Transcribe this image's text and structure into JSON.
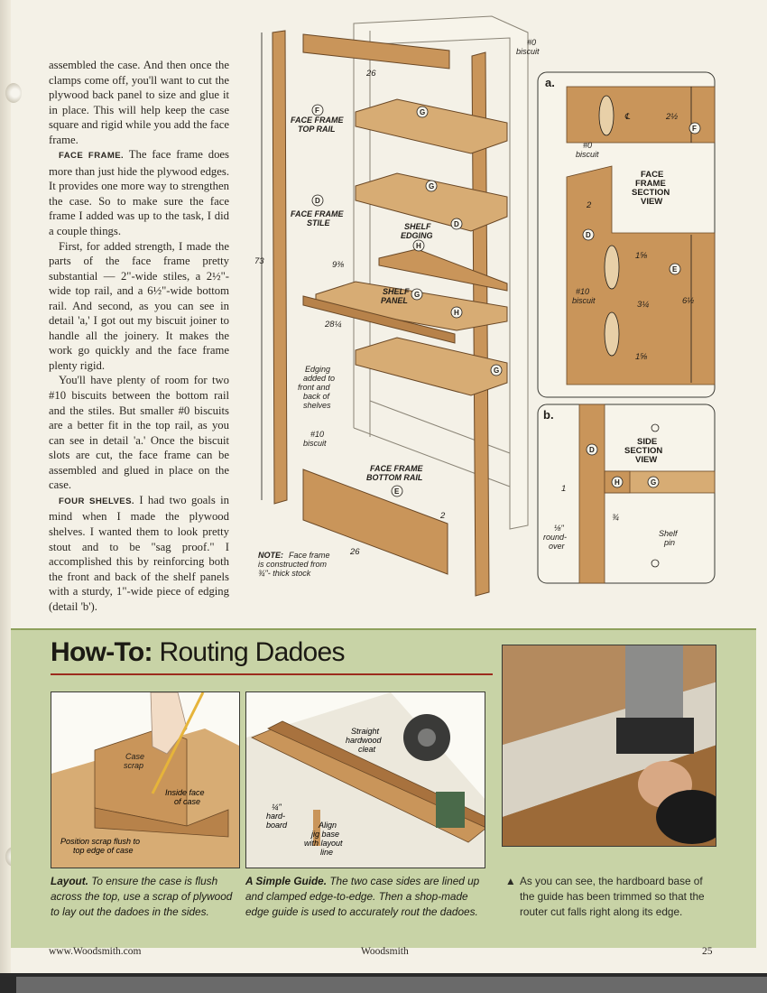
{
  "article": {
    "paragraphs": [
      "assembled the case. And then once the clamps come off, you'll want to cut the plywood back panel to size and glue it in place. This will help keep the case square and rigid while you add the face frame."
    ],
    "face_frame_head": "FACE FRAME.",
    "face_frame_text": "The face frame does more than just hide the plywood edges. It provides one more way to strengthen the case. So to make sure the face frame I added was up to the task, I did a couple things.",
    "para_first": "First, for added strength, I made the parts of the face frame pretty substantial — 2\"-wide stiles, a 2½\"-wide top rail, and a 6½\"-wide bottom rail. And second, as you can see in detail 'a,' I got out my biscuit joiner to handle all the joinery. It makes the work go quickly and the face frame plenty rigid.",
    "para_room": "You'll have plenty of room for two #10 biscuits between the bottom rail and the stiles. But smaller #0 biscuits are a better fit in the top rail, as you can see in detail 'a.' Once the biscuit slots are cut, the face frame can be assembled and glued in place on the case.",
    "four_shelves_head": "FOUR SHELVES.",
    "four_shelves_text": "I had two goals in mind when I made the plywood shelves. I wanted them to look pretty stout and to be \"sag proof.\" I accomplished this by reinforcing both the front and back of the shelf panels with a sturdy, 1\"-wide piece of edging (detail 'b')."
  },
  "drawing": {
    "labels": {
      "biscuit0_a": "#0",
      "biscuit0_b": "biscuit",
      "dim_26_top": "26",
      "face_top_1": "FACE FRAME",
      "face_top_2": "TOP RAIL",
      "face_stile_1": "FACE FRAME",
      "face_stile_2": "STILE",
      "shelf_edging_1": "SHELF",
      "shelf_edging_2": "EDGING",
      "dim_73": "73",
      "dim_938": "9⅜",
      "shelf_panel_1": "SHELF",
      "shelf_panel_2": "PANEL",
      "dim_2814": "28¼",
      "edging_1": "Edging",
      "edging_2": "added to",
      "edging_3": "front and",
      "edging_4": "back of",
      "edging_5": "shelves",
      "biscuit10_a": "#10",
      "biscuit10_b": "biscuit",
      "bottom_1": "FACE FRAME",
      "bottom_2": "BOTTOM RAIL",
      "dim_2": "2",
      "dim_26_bot": "26",
      "note_head": "NOTE:",
      "note_1": "Face frame",
      "note_2": "is constructed from",
      "note_3": "¾\"- thick stock"
    },
    "circles": {
      "F": "F",
      "D": "D",
      "G": "G",
      "H": "H",
      "E": "E"
    },
    "detail_a": {
      "letter": "a.",
      "cl": "℄",
      "dim_212": "2½",
      "biscuit0_a": "#0",
      "biscuit0_b": "biscuit",
      "section_1": "FACE",
      "section_2": "FRAME",
      "section_3": "SECTION",
      "section_4": "VIEW",
      "dim_2": "2",
      "dim_158a": "1⅝",
      "biscuit10_a": "#10",
      "biscuit10_b": "biscuit",
      "dim_314": "3¼",
      "dim_612": "6½",
      "dim_158b": "1⅝"
    },
    "detail_b": {
      "letter": "b.",
      "section_1": "SIDE",
      "section_2": "SECTION",
      "section_3": "VIEW",
      "dim_1": "1",
      "dim_34": "¾",
      "round_1": "⅛\"",
      "round_2": "round-",
      "round_3": "over",
      "pin_1": "Shelf",
      "pin_2": "pin"
    }
  },
  "howto": {
    "title_bold": "How-To:",
    "title_rest": "Routing Dadoes",
    "panel1": {
      "label_case_1": "Case",
      "label_case_2": "scrap",
      "label_inside_1": "Inside face",
      "label_inside_2": "of case",
      "label_position_1": "Position scrap flush to",
      "label_position_2": "top edge of case"
    },
    "panel2": {
      "label_cleat_1": "Straight",
      "label_cleat_2": "hardwood",
      "label_cleat_3": "cleat",
      "label_hard_1": "¼\"",
      "label_hard_2": "hard-",
      "label_hard_3": "board",
      "label_align_1": "Align",
      "label_align_2": "jig base",
      "label_align_3": "with layout",
      "label_align_4": "line"
    },
    "captions": {
      "c1_head": "Layout.",
      "c1_text": "To ensure the case is flush across the top, use a scrap of plywood to lay out the dadoes in the sides.",
      "c2_head": "A Simple Guide.",
      "c2_text": "The two case sides are lined up and clamped edge-to-edge. Then a shop-made edge guide is used to accurately rout the dadoes.",
      "c3_text": "As you can see, the hardboard base of the guide has been trimmed so that the router cut falls right along its edge."
    }
  },
  "footer": {
    "url": "www.Woodsmith.com",
    "title": "Woodsmith",
    "page": "25"
  },
  "colors": {
    "wood": "#c9955a",
    "wood_dark": "#a8723e",
    "band": "#c8d3a6",
    "accent": "#9c2b1d"
  }
}
